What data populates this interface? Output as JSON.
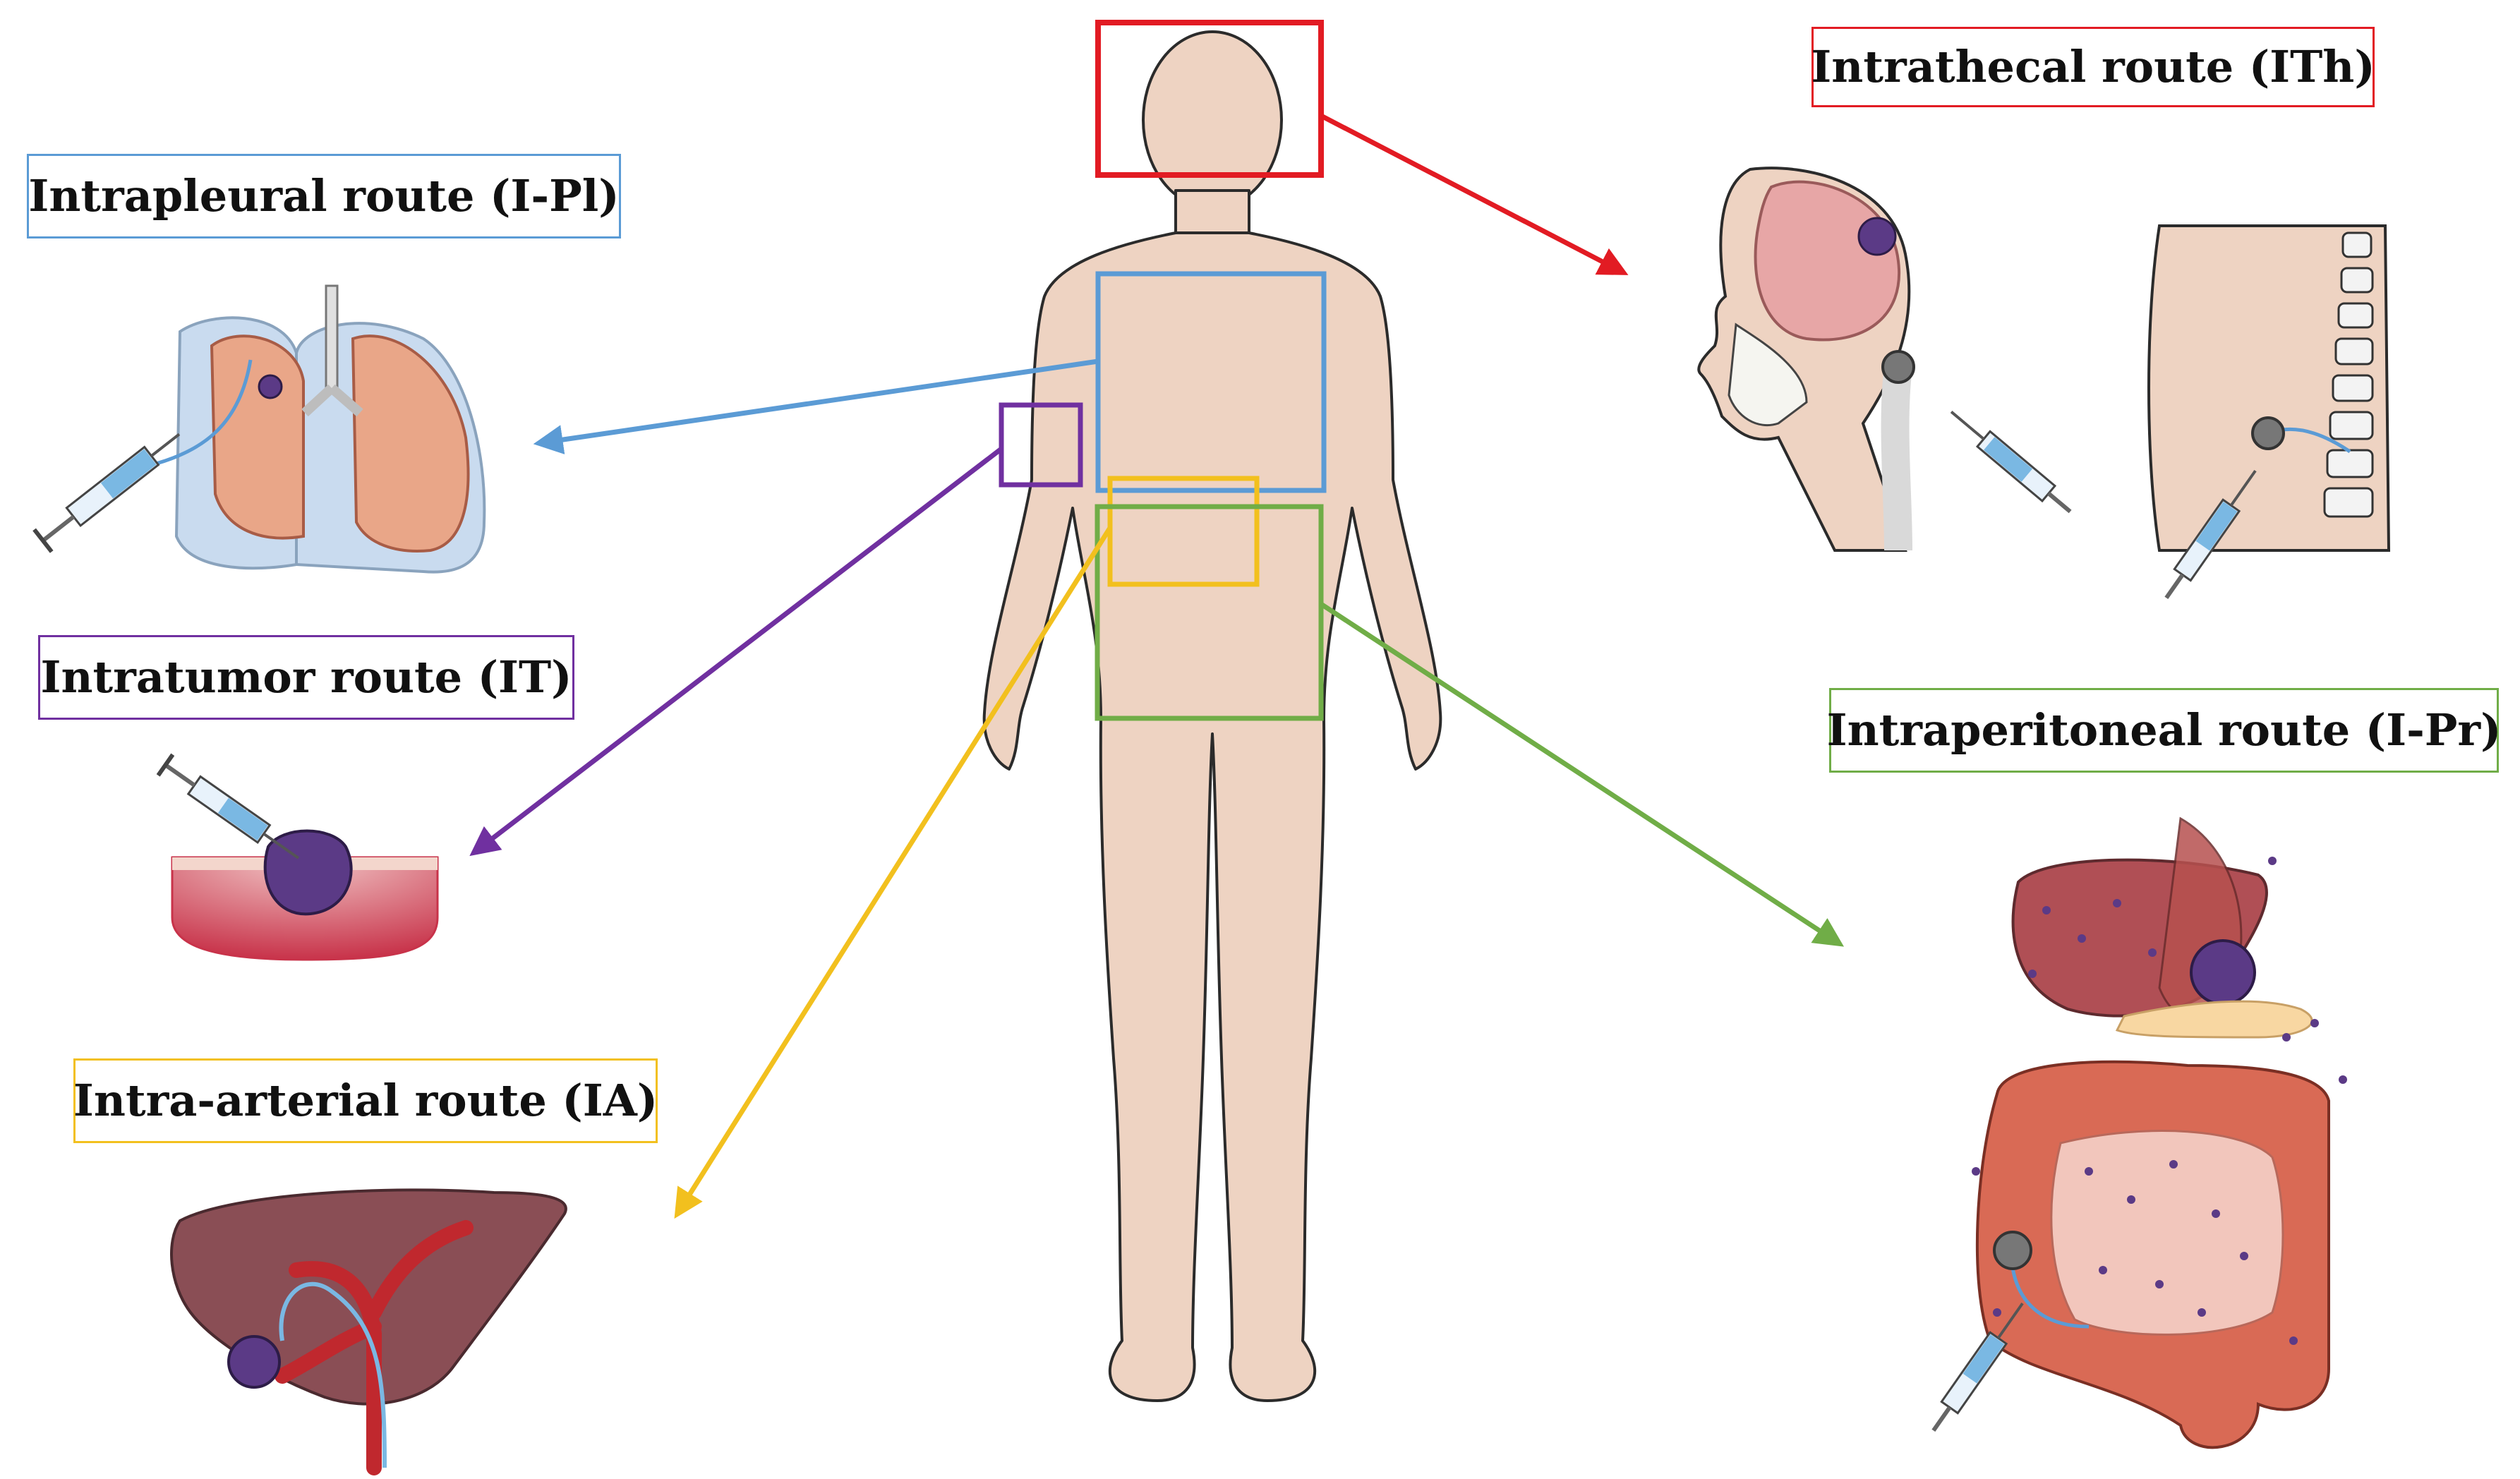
{
  "routes": {
    "intrathecal": {
      "label": "Intrathecal route (ITh)",
      "color": "#e21b23"
    },
    "intrapleural": {
      "label": "Intrapleural route (I-Pl)",
      "color": "#5b9bd5"
    },
    "intratumor": {
      "label": "Intratumor route (IT)",
      "color": "#7030a0"
    },
    "intraperitoneal": {
      "label": "Intraperitoneal route (I-Pr)",
      "color": "#70ad47"
    },
    "intra_arterial": {
      "label": "Intra-arterial route (IA)",
      "color": "#f2c01e"
    }
  },
  "colors": {
    "skin": "#eed3c2",
    "skin_outline": "#2b2b2b",
    "lung": "#e9a688",
    "pleura": "#c9dbef",
    "tumor": "#5b3a86",
    "liver": "#8a4e55",
    "artery": "#c0282e",
    "bowel": "#d96a55",
    "syringe": "#7ab8e3"
  }
}
